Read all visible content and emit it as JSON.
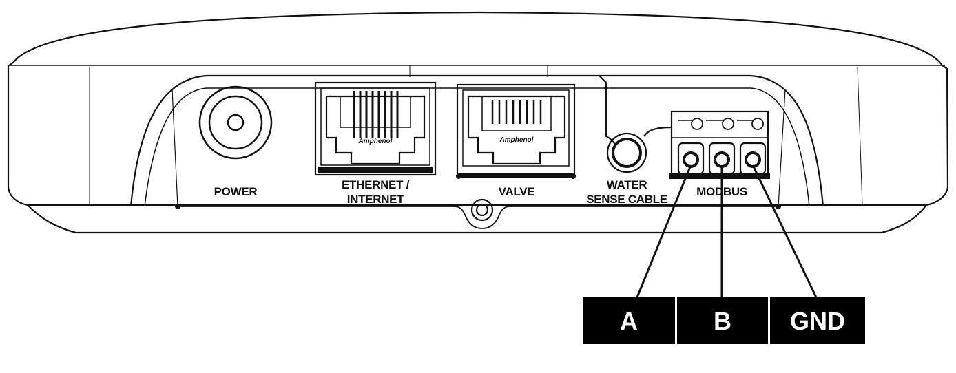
{
  "ports": {
    "power": "POWER",
    "ethernet_line1": "ETHERNET /",
    "ethernet_line2": "INTERNET",
    "valve": "VALVE",
    "water_line1": "WATER",
    "water_line2": "SENSE CABLE",
    "modbus": "MODBUS"
  },
  "jack_brand": "Amphenol",
  "terminals": {
    "a": "A",
    "b": "B",
    "gnd": "GND"
  },
  "colors": {
    "line": "#111111",
    "tag_fill": "#000000",
    "tag_text": "#ffffff",
    "background": "#ffffff"
  }
}
